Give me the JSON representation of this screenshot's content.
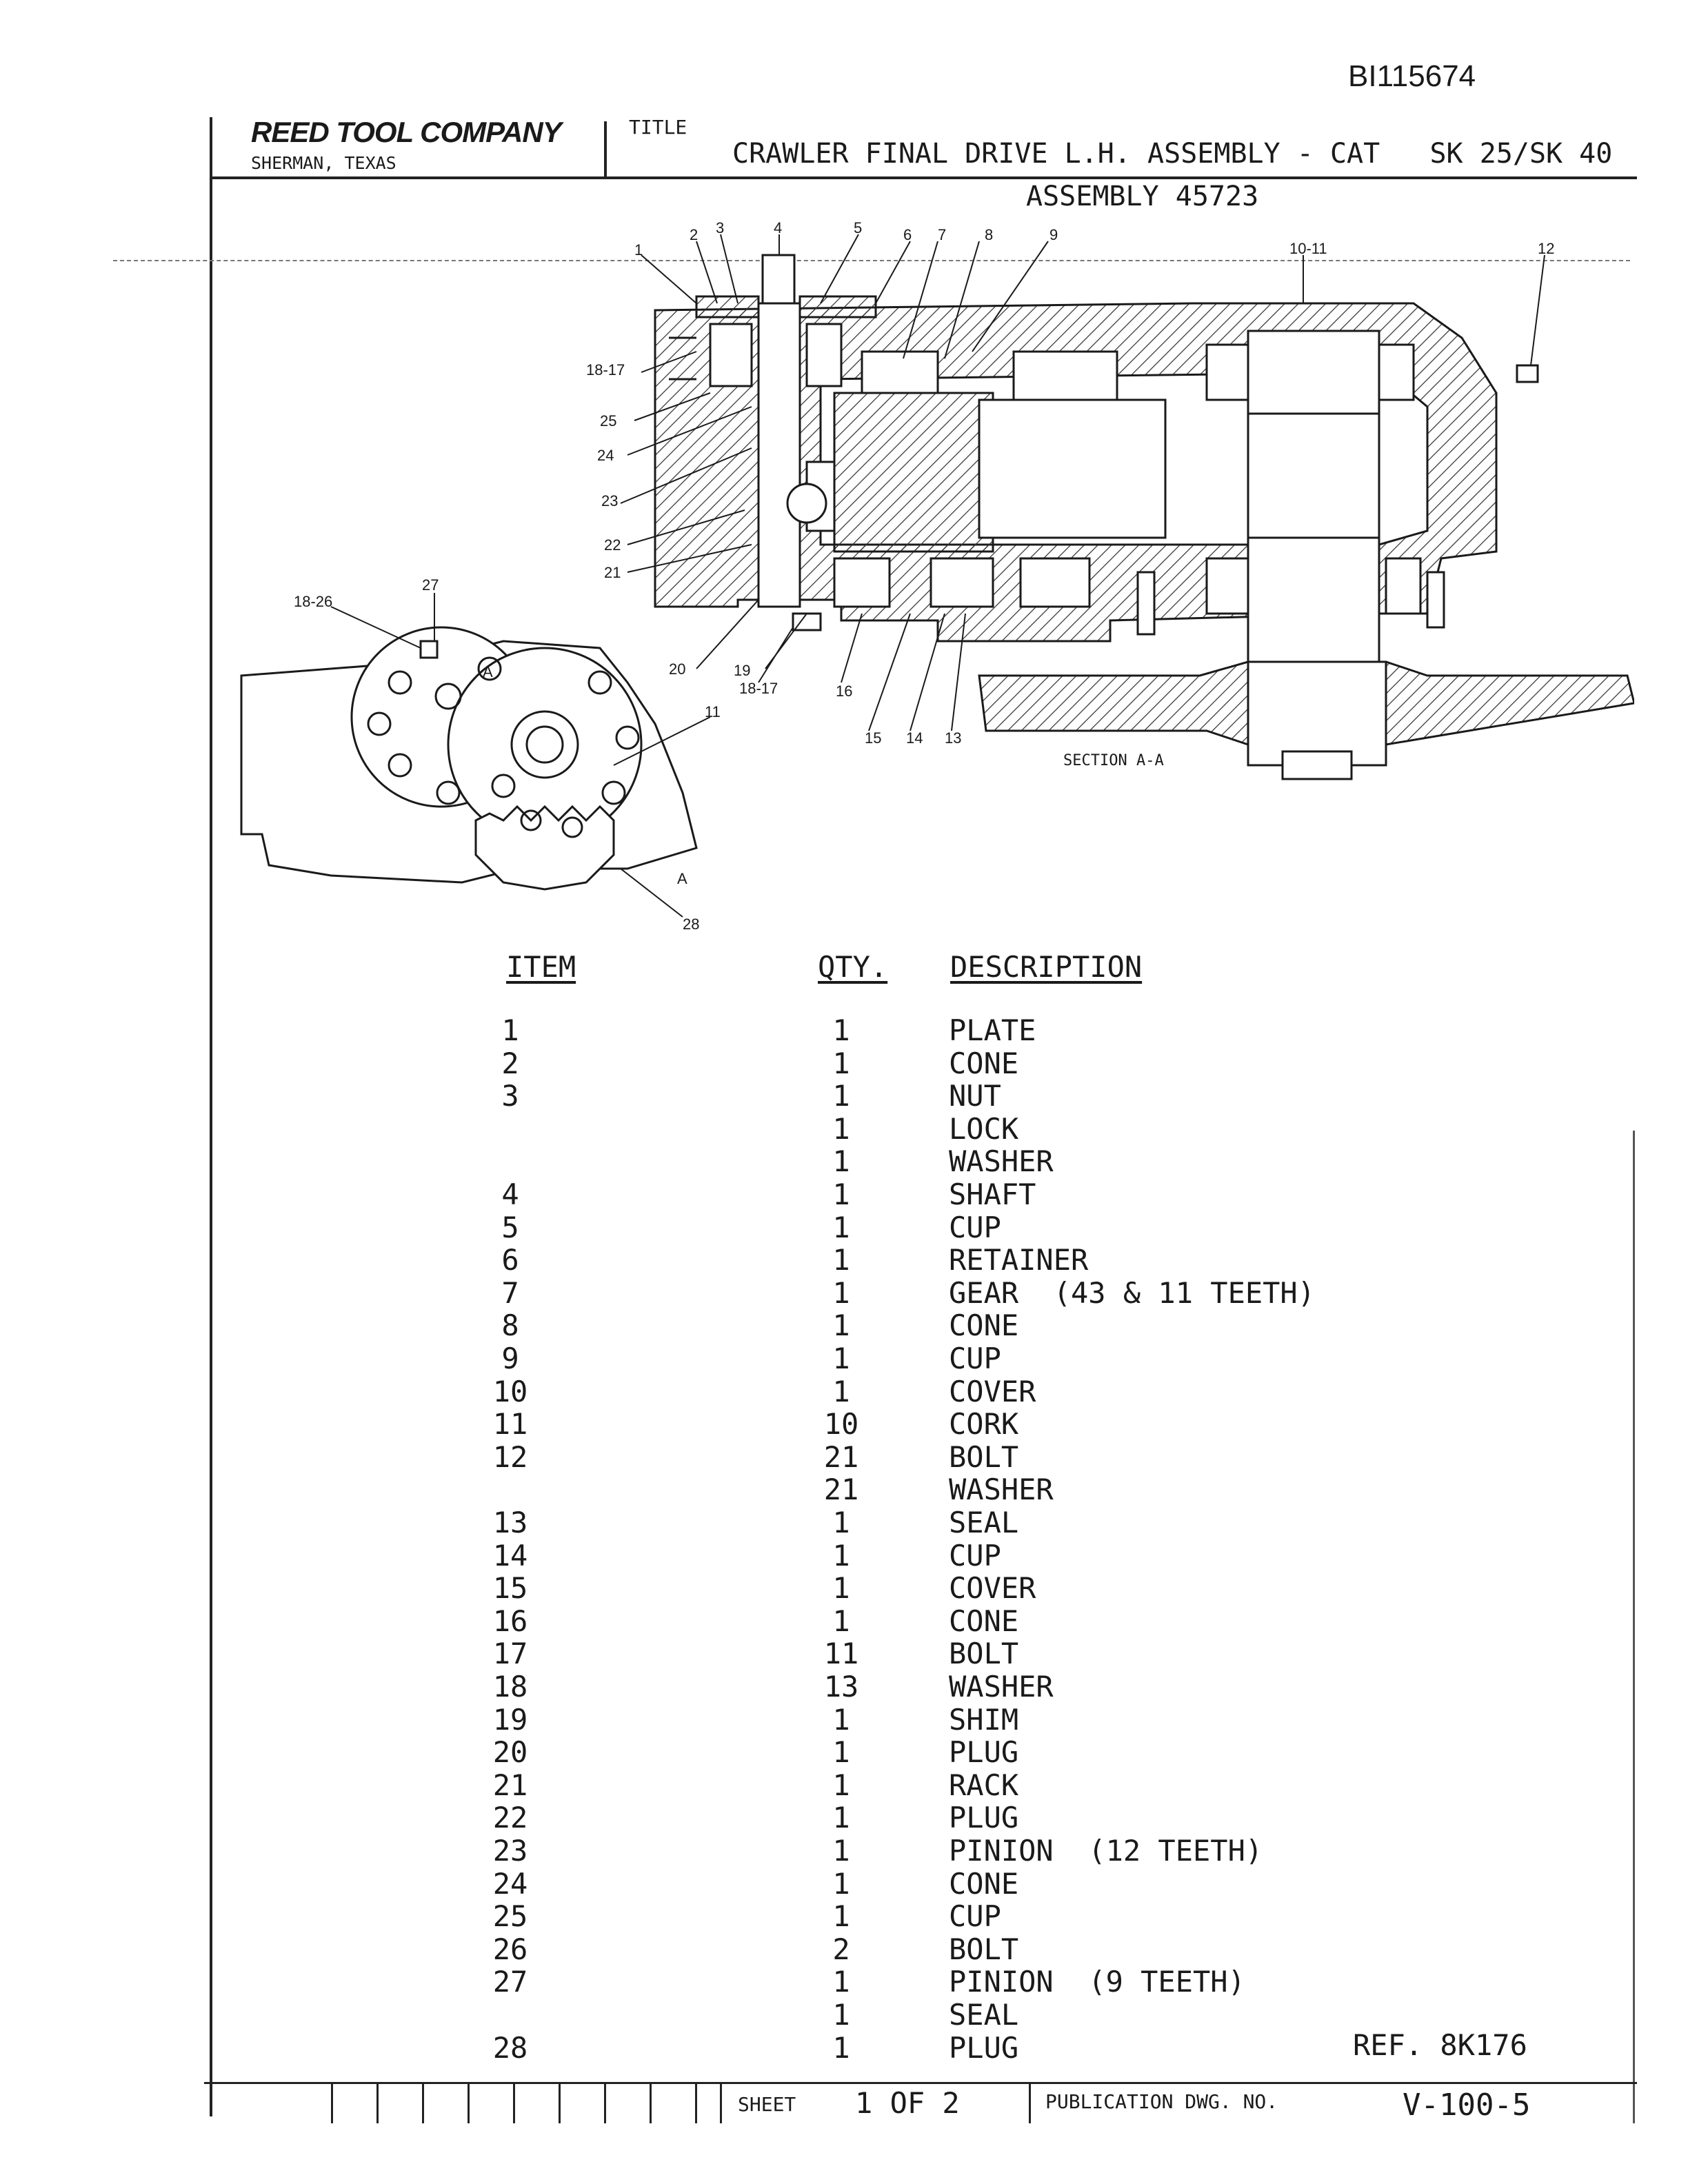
{
  "document": {
    "doc_id": "BI115674",
    "company": "REED TOOL COMPANY",
    "location": "SHERMAN, TEXAS",
    "title_label": "TITLE",
    "title": "CRAWLER FINAL DRIVE L.H. ASSEMBLY - CAT   SK 25/SK 40",
    "assembly": "ASSEMBLY 45723"
  },
  "drawing": {
    "section_caption": "SECTION A-A",
    "section_marker": "A",
    "callouts": [
      "1",
      "2",
      "3",
      "4",
      "5",
      "6",
      "7",
      "8",
      "9",
      "10-11",
      "12",
      "18-17",
      "25",
      "24",
      "23",
      "22",
      "21",
      "20",
      "19",
      "18-17",
      "16",
      "15",
      "14",
      "13",
      "18-26",
      "27",
      "11",
      "28"
    ]
  },
  "parts_list": {
    "headers": {
      "item": "ITEM",
      "qty": "QTY.",
      "description": "DESCRIPTION"
    },
    "rows": [
      {
        "item": "1",
        "qty": "1",
        "description": "PLATE"
      },
      {
        "item": "2",
        "qty": "1",
        "description": "CONE"
      },
      {
        "item": "3",
        "qty": "1",
        "description": "NUT"
      },
      {
        "item": "",
        "qty": "1",
        "description": "LOCK"
      },
      {
        "item": "",
        "qty": "1",
        "description": "WASHER"
      },
      {
        "item": "4",
        "qty": "1",
        "description": "SHAFT"
      },
      {
        "item": "5",
        "qty": "1",
        "description": "CUP"
      },
      {
        "item": "6",
        "qty": "1",
        "description": "RETAINER"
      },
      {
        "item": "7",
        "qty": "1",
        "description": "GEAR  (43 & 11 TEETH)"
      },
      {
        "item": "8",
        "qty": "1",
        "description": "CONE"
      },
      {
        "item": "9",
        "qty": "1",
        "description": "CUP"
      },
      {
        "item": "10",
        "qty": "1",
        "description": "COVER"
      },
      {
        "item": "11",
        "qty": "10",
        "description": "CORK"
      },
      {
        "item": "12",
        "qty": "21",
        "description": "BOLT"
      },
      {
        "item": "",
        "qty": "21",
        "description": "WASHER"
      },
      {
        "item": "13",
        "qty": "1",
        "description": "SEAL"
      },
      {
        "item": "14",
        "qty": "1",
        "description": "CUP"
      },
      {
        "item": "15",
        "qty": "1",
        "description": "COVER"
      },
      {
        "item": "16",
        "qty": "1",
        "description": "CONE"
      },
      {
        "item": "17",
        "qty": "11",
        "description": "BOLT"
      },
      {
        "item": "18",
        "qty": "13",
        "description": "WASHER"
      },
      {
        "item": "19",
        "qty": "1",
        "description": "SHIM"
      },
      {
        "item": "20",
        "qty": "1",
        "description": "PLUG"
      },
      {
        "item": "21",
        "qty": "1",
        "description": "RACK"
      },
      {
        "item": "22",
        "qty": "1",
        "description": "PLUG"
      },
      {
        "item": "23",
        "qty": "1",
        "description": "PINION  (12 TEETH)"
      },
      {
        "item": "24",
        "qty": "1",
        "description": "CONE"
      },
      {
        "item": "25",
        "qty": "1",
        "description": "CUP"
      },
      {
        "item": "26",
        "qty": "2",
        "description": "BOLT"
      },
      {
        "item": "27",
        "qty": "1",
        "description": "PINION  (9 TEETH)"
      },
      {
        "item": "",
        "qty": "1",
        "description": "SEAL"
      },
      {
        "item": "28",
        "qty": "1",
        "description": "PLUG"
      }
    ]
  },
  "reference": "REF. 8K176",
  "footer": {
    "sheet_label": "SHEET",
    "sheet_value": "1 OF 2",
    "publication_label": "PUBLICATION DWG. NO.",
    "publication_value": "V-100-5"
  }
}
